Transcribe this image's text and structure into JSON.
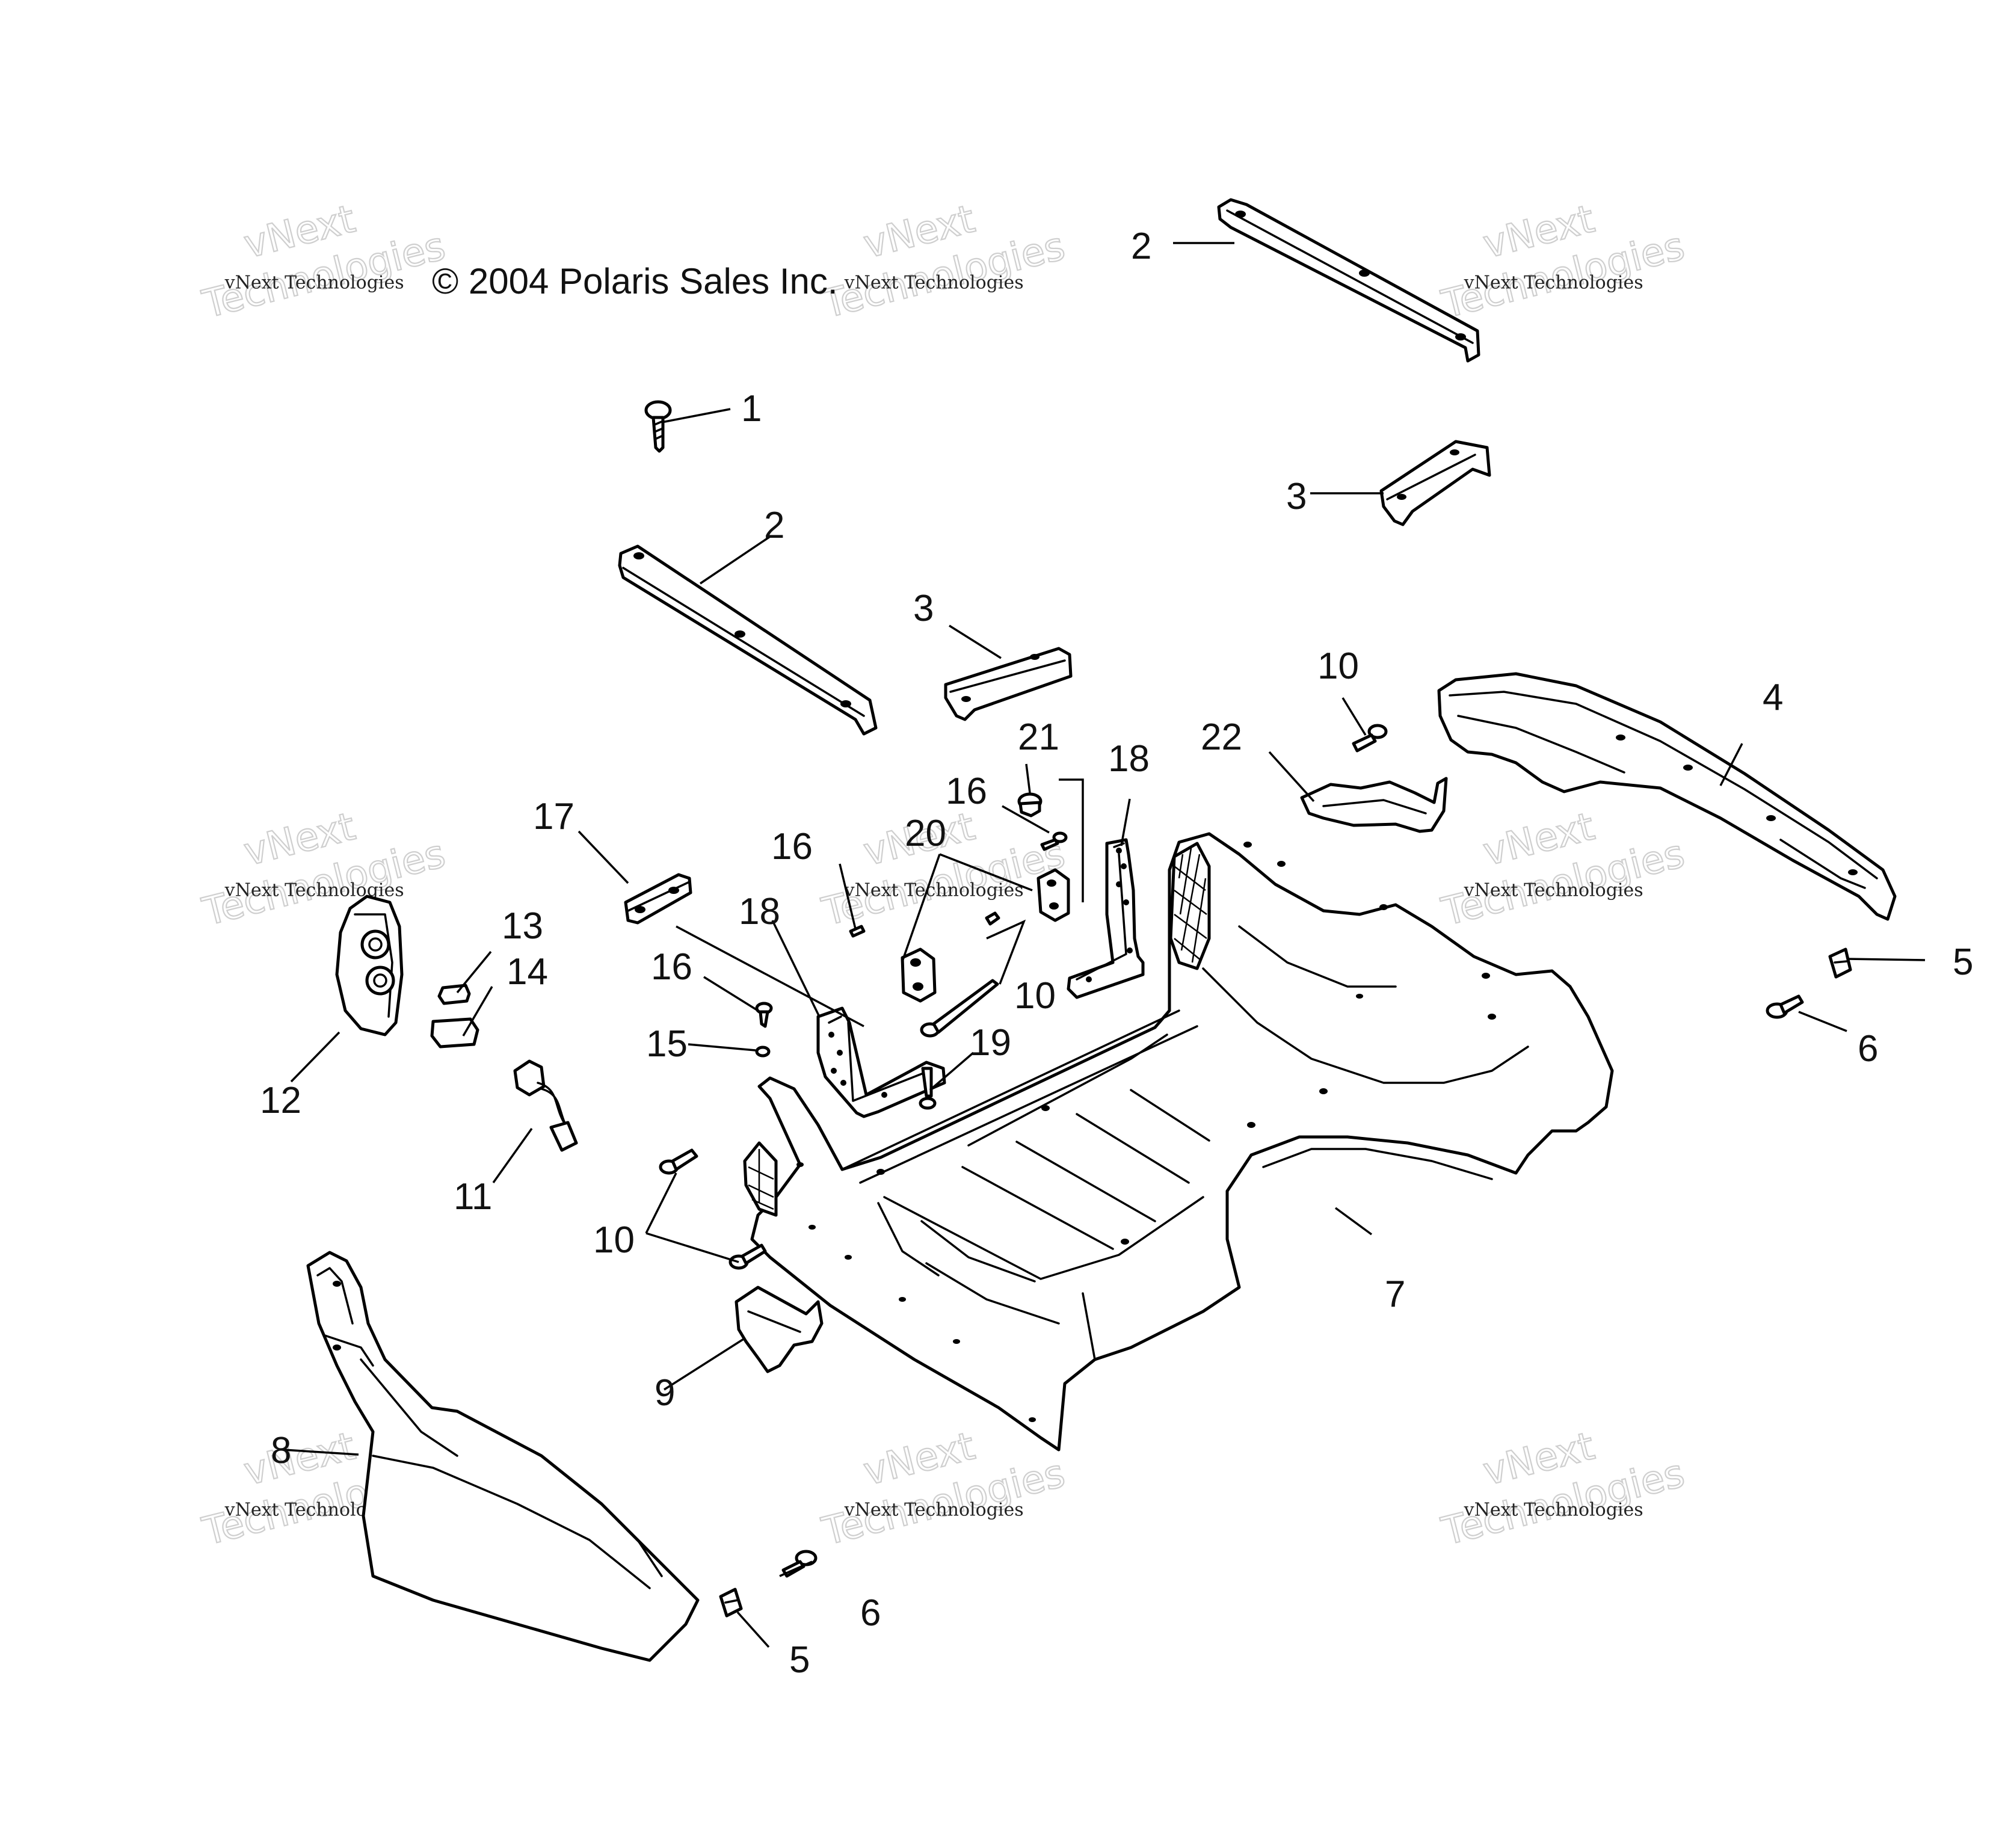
{
  "copyright": "© 2004 Polaris Sales Inc.",
  "watermark": {
    "line_small": "vNext Technologies",
    "line_top": "vNext",
    "line_bottom": "Technologies"
  },
  "callouts": [
    "1",
    "2",
    "2",
    "3",
    "3",
    "4",
    "5",
    "5",
    "6",
    "6",
    "7",
    "8",
    "9",
    "10",
    "10",
    "10",
    "11",
    "12",
    "13",
    "14",
    "15",
    "16",
    "16",
    "16",
    "17",
    "18",
    "18",
    "19",
    "20",
    "21",
    "22"
  ]
}
